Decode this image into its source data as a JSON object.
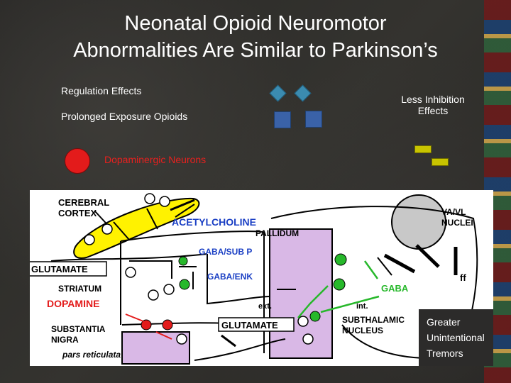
{
  "slide": {
    "title_line1": "Neonatal Opioid Neuromotor",
    "title_line2": "Abnormalities Are Similar to Parkinson’s",
    "legend": {
      "regulation_effects": "Regulation Effects",
      "prolonged_exposure": "Prolonged Exposure Opioids",
      "dopaminergic_neurons": "Dopaminergic Neurons",
      "less_inhibition_line1": "Less Inhibition",
      "less_inhibition_line2": "Effects"
    },
    "outcome": {
      "line1": "Greater",
      "line2": "Unintentional",
      "line3": "Tremors"
    },
    "colors": {
      "background": "#2c2b2a",
      "title_text": "#ffffff",
      "dopamine_red": "#e31b1b",
      "diamond_teal": "#3b8bb0",
      "square_blue": "#3a62a8",
      "bar_yellow": "#c8c400"
    }
  },
  "diagram": {
    "cerebral_cortex_line1": "CEREBRAL",
    "cerebral_cortex_line2": "CORTEX",
    "acetylcholine": "ACETYLCHOLINE",
    "pallidum": "PALLIDUM",
    "va_vl_line1": "VA/VL",
    "va_vl_line2": "NUCLEI",
    "gaba_sub_p": "GABA/SUB P",
    "gaba_enk": "GABA/ENK",
    "glutamate_left": "GLUTAMATE",
    "striatum": "STRIATUM",
    "dopamine": "DOPAMINE",
    "substantia_line1": "SUBSTANTIA",
    "substantia_line2": "NIGRA",
    "pars_reticulata": "pars reticulata",
    "ext": "ext.",
    "int": "int.",
    "gaba_right": "GABA",
    "glutamate_bottom": "GLUTAMATE",
    "subthalamic_line1": "SUBTHALAMIC",
    "subthalamic_line2": "NUCLEUS",
    "ff": "ff"
  }
}
